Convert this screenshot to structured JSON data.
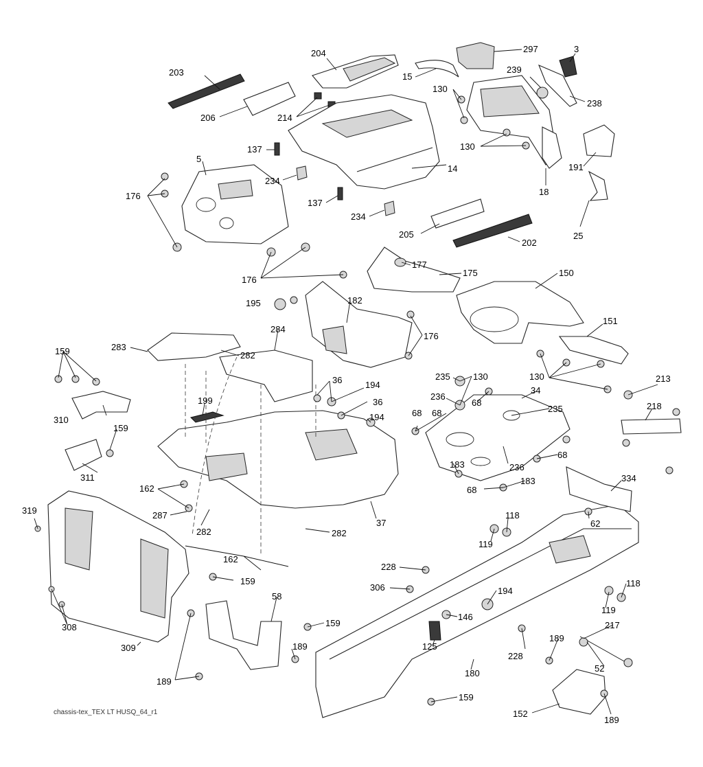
{
  "diagram": {
    "caption": "chassis-tex_TEX LT HUSQ_64_r1",
    "callouts": [
      {
        "id": "c203",
        "text": "203"
      },
      {
        "id": "c204",
        "text": "204"
      },
      {
        "id": "c297",
        "text": "297"
      },
      {
        "id": "c3",
        "text": "3"
      },
      {
        "id": "c15",
        "text": "15"
      },
      {
        "id": "c239",
        "text": "239"
      },
      {
        "id": "c130a",
        "text": "130"
      },
      {
        "id": "c238",
        "text": "238"
      },
      {
        "id": "c206",
        "text": "206"
      },
      {
        "id": "c214",
        "text": "214"
      },
      {
        "id": "c137a",
        "text": "137"
      },
      {
        "id": "c130b",
        "text": "130"
      },
      {
        "id": "c191",
        "text": "191"
      },
      {
        "id": "c5",
        "text": "5"
      },
      {
        "id": "c234a",
        "text": "234"
      },
      {
        "id": "c14",
        "text": "14"
      },
      {
        "id": "c18",
        "text": "18"
      },
      {
        "id": "c176a",
        "text": "176"
      },
      {
        "id": "c137b",
        "text": "137"
      },
      {
        "id": "c234b",
        "text": "234"
      },
      {
        "id": "c25",
        "text": "25"
      },
      {
        "id": "c205",
        "text": "205"
      },
      {
        "id": "c202",
        "text": "202"
      },
      {
        "id": "c177",
        "text": "177"
      },
      {
        "id": "c176b",
        "text": "176"
      },
      {
        "id": "c175",
        "text": "175"
      },
      {
        "id": "c150",
        "text": "150"
      },
      {
        "id": "c195",
        "text": "195"
      },
      {
        "id": "c182",
        "text": "182"
      },
      {
        "id": "c151",
        "text": "151"
      },
      {
        "id": "c176c",
        "text": "176"
      },
      {
        "id": "c284",
        "text": "284"
      },
      {
        "id": "c159a",
        "text": "159"
      },
      {
        "id": "c283",
        "text": "283"
      },
      {
        "id": "c282a",
        "text": "282"
      },
      {
        "id": "c235a",
        "text": "235"
      },
      {
        "id": "c130c",
        "text": "130"
      },
      {
        "id": "c130d",
        "text": "130"
      },
      {
        "id": "c213",
        "text": "213"
      },
      {
        "id": "c36a",
        "text": "36"
      },
      {
        "id": "c194a",
        "text": "194"
      },
      {
        "id": "c236a",
        "text": "236"
      },
      {
        "id": "c68a",
        "text": "68"
      },
      {
        "id": "c34",
        "text": "34"
      },
      {
        "id": "c199",
        "text": "199"
      },
      {
        "id": "c36b",
        "text": "36"
      },
      {
        "id": "c218",
        "text": "218"
      },
      {
        "id": "c310",
        "text": "310"
      },
      {
        "id": "c68b",
        "text": "68"
      },
      {
        "id": "c235b",
        "text": "235"
      },
      {
        "id": "c194b",
        "text": "194"
      },
      {
        "id": "c159b",
        "text": "159"
      },
      {
        "id": "c311",
        "text": "311"
      },
      {
        "id": "c68c",
        "text": "68"
      },
      {
        "id": "c68d",
        "text": "68"
      },
      {
        "id": "c183a",
        "text": "183"
      },
      {
        "id": "c236b",
        "text": "236"
      },
      {
        "id": "c68e",
        "text": "68"
      },
      {
        "id": "c183b",
        "text": "183"
      },
      {
        "id": "c162a",
        "text": "162"
      },
      {
        "id": "c334",
        "text": "334"
      },
      {
        "id": "c319",
        "text": "319"
      },
      {
        "id": "c287",
        "text": "287"
      },
      {
        "id": "c118a",
        "text": "118"
      },
      {
        "id": "c37",
        "text": "37"
      },
      {
        "id": "c282b",
        "text": "282"
      },
      {
        "id": "c119a",
        "text": "119"
      },
      {
        "id": "c62",
        "text": "62"
      },
      {
        "id": "c282c",
        "text": "282"
      },
      {
        "id": "c162b",
        "text": "162"
      },
      {
        "id": "c228a",
        "text": "228"
      },
      {
        "id": "c159c",
        "text": "159"
      },
      {
        "id": "c306",
        "text": "306"
      },
      {
        "id": "c194c",
        "text": "194"
      },
      {
        "id": "c118b",
        "text": "118"
      },
      {
        "id": "c58",
        "text": "58"
      },
      {
        "id": "c119b",
        "text": "119"
      },
      {
        "id": "c146",
        "text": "146"
      },
      {
        "id": "c308",
        "text": "308"
      },
      {
        "id": "c159d",
        "text": "159"
      },
      {
        "id": "c217",
        "text": "217"
      },
      {
        "id": "c125",
        "text": "125"
      },
      {
        "id": "c189a",
        "text": "189"
      },
      {
        "id": "c228b",
        "text": "228"
      },
      {
        "id": "c189b",
        "text": "189"
      },
      {
        "id": "c309",
        "text": "309"
      },
      {
        "id": "c180",
        "text": "180"
      },
      {
        "id": "c52",
        "text": "52"
      },
      {
        "id": "c189c",
        "text": "189"
      },
      {
        "id": "c159e",
        "text": "159"
      },
      {
        "id": "c152",
        "text": "152"
      },
      {
        "id": "c189d",
        "text": "189"
      }
    ]
  }
}
